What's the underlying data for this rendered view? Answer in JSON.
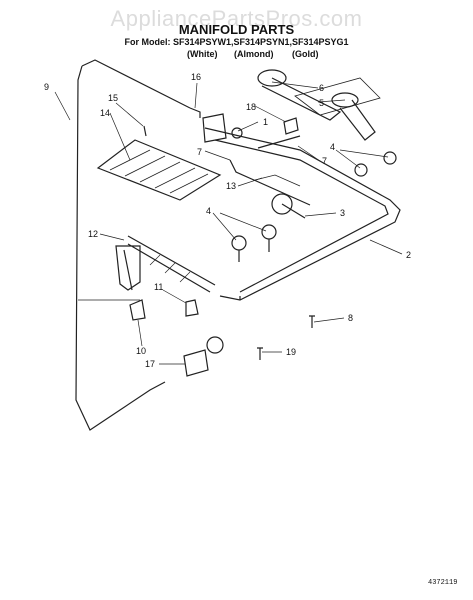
{
  "watermark": "AppliancePartsPros.com",
  "title": "MANIFOLD PARTS",
  "model_line": "For Model: SF314PSYW1,SF314PSYN1,SF314PSYG1",
  "color_variants": [
    "(White)",
    "(Almond)",
    "(Gold)"
  ],
  "callouts": [
    "1",
    "2",
    "3",
    "4",
    "4",
    "5",
    "6",
    "7",
    "7",
    "8",
    "9",
    "10",
    "11",
    "12",
    "13",
    "14",
    "15",
    "16",
    "17",
    "18",
    "19"
  ],
  "document_id": "4372119"
}
